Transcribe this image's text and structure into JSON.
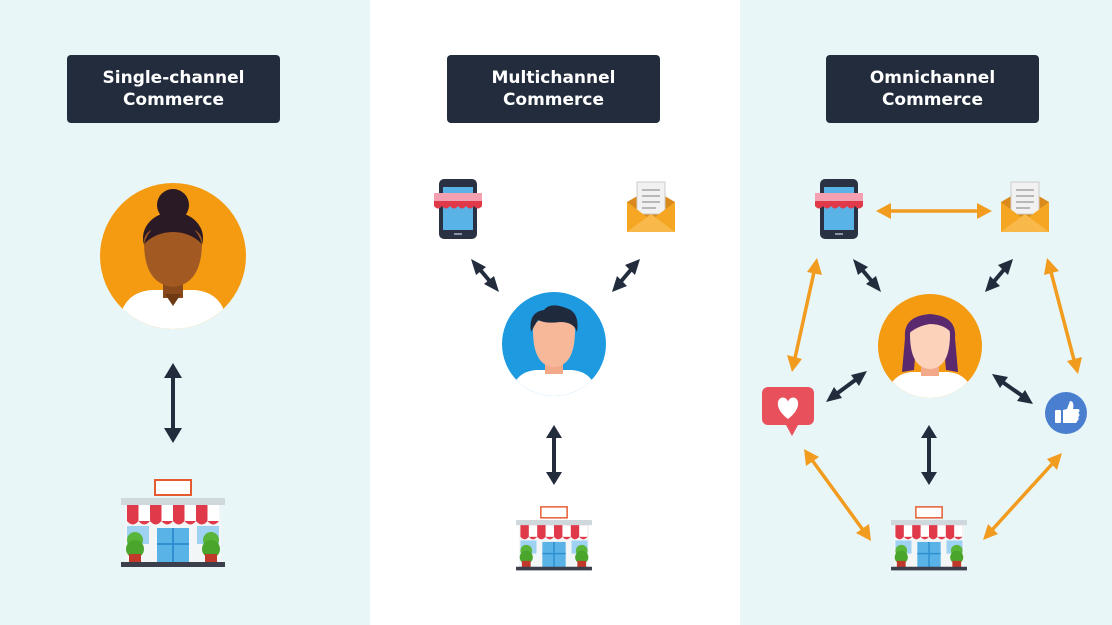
{
  "panels": [
    {
      "title": "Single-channel Commerce"
    },
    {
      "title": "Multichannel Commerce"
    },
    {
      "title": "Omnichannel Commerce"
    }
  ],
  "icons": {
    "customer_woman": "woman-avatar-icon",
    "customer_man": "man-avatar-icon",
    "customer_omni": "woman-avatar-icon",
    "store": "storefront-icon",
    "mobile": "mobile-shop-icon",
    "email": "email-envelope-icon",
    "social_like": "heart-speech-bubble-icon",
    "social_thumbs": "thumbs-up-icon"
  },
  "colors": {
    "panel_tint": "#e8f6f8",
    "title_bg": "#222c3c",
    "dark_arrow": "#222c3c",
    "orange_arrow": "#f29c1f",
    "avatar_orange": "#f59b12",
    "avatar_blue": "#1e9be0",
    "awning_red": "#e0394a",
    "like_red": "#e8505b",
    "thumbs_blue": "#4a7fd0"
  }
}
